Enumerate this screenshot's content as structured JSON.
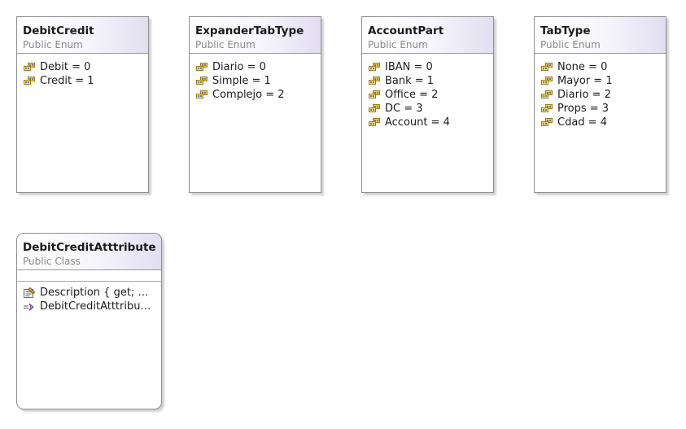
{
  "enums": [
    {
      "name": "DebitCredit",
      "kind": "Public Enum",
      "members": [
        {
          "text": "Debit = 0",
          "icon": "enum-member-icon"
        },
        {
          "text": "Credit = 1",
          "icon": "enum-member-icon"
        }
      ]
    },
    {
      "name": "ExpanderTabType",
      "kind": "Public Enum",
      "members": [
        {
          "text": "Diario = 0",
          "icon": "enum-member-icon"
        },
        {
          "text": "Simple = 1",
          "icon": "enum-member-icon"
        },
        {
          "text": "Complejo = 2",
          "icon": "enum-member-icon"
        }
      ]
    },
    {
      "name": "AccountPart",
      "kind": "Public Enum",
      "members": [
        {
          "text": "IBAN = 0",
          "icon": "enum-member-icon"
        },
        {
          "text": "Bank = 1",
          "icon": "enum-member-icon"
        },
        {
          "text": "Office = 2",
          "icon": "enum-member-icon"
        },
        {
          "text": "DC = 3",
          "icon": "enum-member-icon"
        },
        {
          "text": "Account = 4",
          "icon": "enum-member-icon"
        }
      ]
    },
    {
      "name": "TabType",
      "kind": "Public Enum",
      "members": [
        {
          "text": "None = 0",
          "icon": "enum-member-icon"
        },
        {
          "text": "Mayor = 1",
          "icon": "enum-member-icon"
        },
        {
          "text": "Diario = 2",
          "icon": "enum-member-icon"
        },
        {
          "text": "Props = 3",
          "icon": "enum-member-icon"
        },
        {
          "text": "Cdad = 4",
          "icon": "enum-member-icon"
        }
      ]
    }
  ],
  "classes": [
    {
      "name": "DebitCreditAtttribute",
      "kind": "Public Class",
      "members": [
        {
          "text": "Description { get; set; }",
          "icon": "property-icon"
        },
        {
          "text": "DebitCreditAtttribute()",
          "icon": "constructor-icon"
        }
      ]
    }
  ]
}
